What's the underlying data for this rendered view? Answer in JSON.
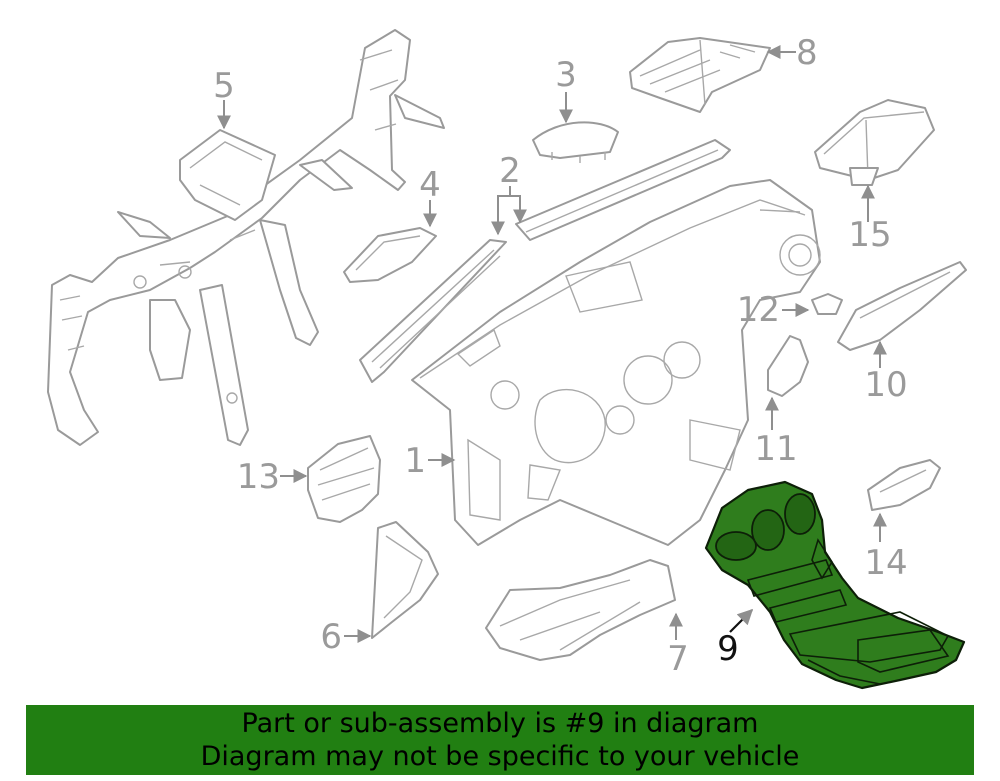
{
  "diagram": {
    "highlight_color": "#2f7d1d",
    "line_color": "#9a9a9a",
    "selected_part": "9",
    "callouts": {
      "c1": "1",
      "c2": "2",
      "c3": "3",
      "c4": "4",
      "c5": "5",
      "c6": "6",
      "c7": "7",
      "c8": "8",
      "c9": "9",
      "c10": "10",
      "c11": "11",
      "c12": "12",
      "c13": "13",
      "c14": "14",
      "c15": "15"
    }
  },
  "banner": {
    "background_color": "#217f12",
    "line1": "Part or sub-assembly is #9 in diagram",
    "line2": "Diagram may not be specific to your vehicle"
  }
}
